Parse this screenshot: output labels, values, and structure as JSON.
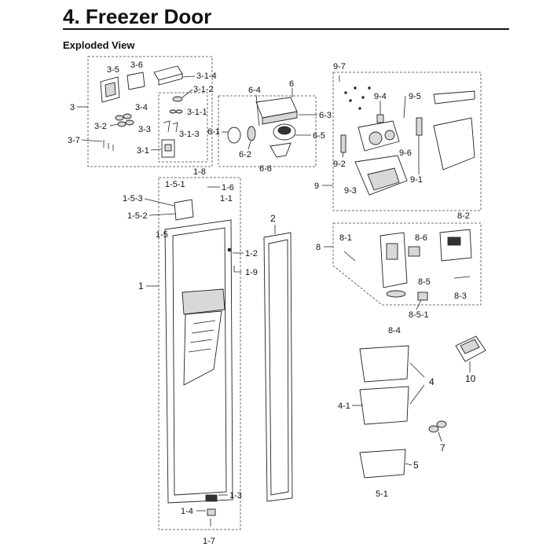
{
  "page": {
    "title": "4.  Freezer Door",
    "subtitle": "Exploded View"
  },
  "labels": {
    "l1": "1",
    "l1_1": "1-1",
    "l1_2": "1-2",
    "l1_3": "1-3",
    "l1_4": "1-4",
    "l1_5": "1-5",
    "l1_5_1": "1-5-1",
    "l1_5_2": "1-5-2",
    "l1_5_3": "1-5-3",
    "l1_6": "1-6",
    "l1_7": "1-7",
    "l1_8": "1-8",
    "l1_9": "1-9",
    "l2": "2",
    "l3": "3",
    "l3_1": "3-1",
    "l3_1_1": "3-1-1",
    "l3_1_2": "3-1-2",
    "l3_1_3": "3-1-3",
    "l3_1_4": "3-1-4",
    "l3_2": "3-2",
    "l3_3": "3-3",
    "l3_4": "3-4",
    "l3_5": "3-5",
    "l3_6": "3-6",
    "l3_7": "3-7",
    "l4": "4",
    "l4_1": "4-1",
    "l5": "5",
    "l5_1": "5-1",
    "l6": "6",
    "l6_1": "6-1",
    "l6_2": "6-2",
    "l6_3": "6-3",
    "l6_4": "6-4",
    "l6_5": "6-5",
    "l6_6": "6-6",
    "l7": "7",
    "l8": "8",
    "l8_1": "8-1",
    "l8_2": "8-2",
    "l8_3": "8-3",
    "l8_4": "8-4",
    "l8_5": "8-5",
    "l8_5_1": "8-5-1",
    "l8_6": "8-6",
    "l9": "9",
    "l9_1": "9-1",
    "l9_2": "9-2",
    "l9_3": "9-3",
    "l9_4": "9-4",
    "l9_5": "9-5",
    "l9_6": "9-6",
    "l9_7": "9-7",
    "l10": "10"
  }
}
